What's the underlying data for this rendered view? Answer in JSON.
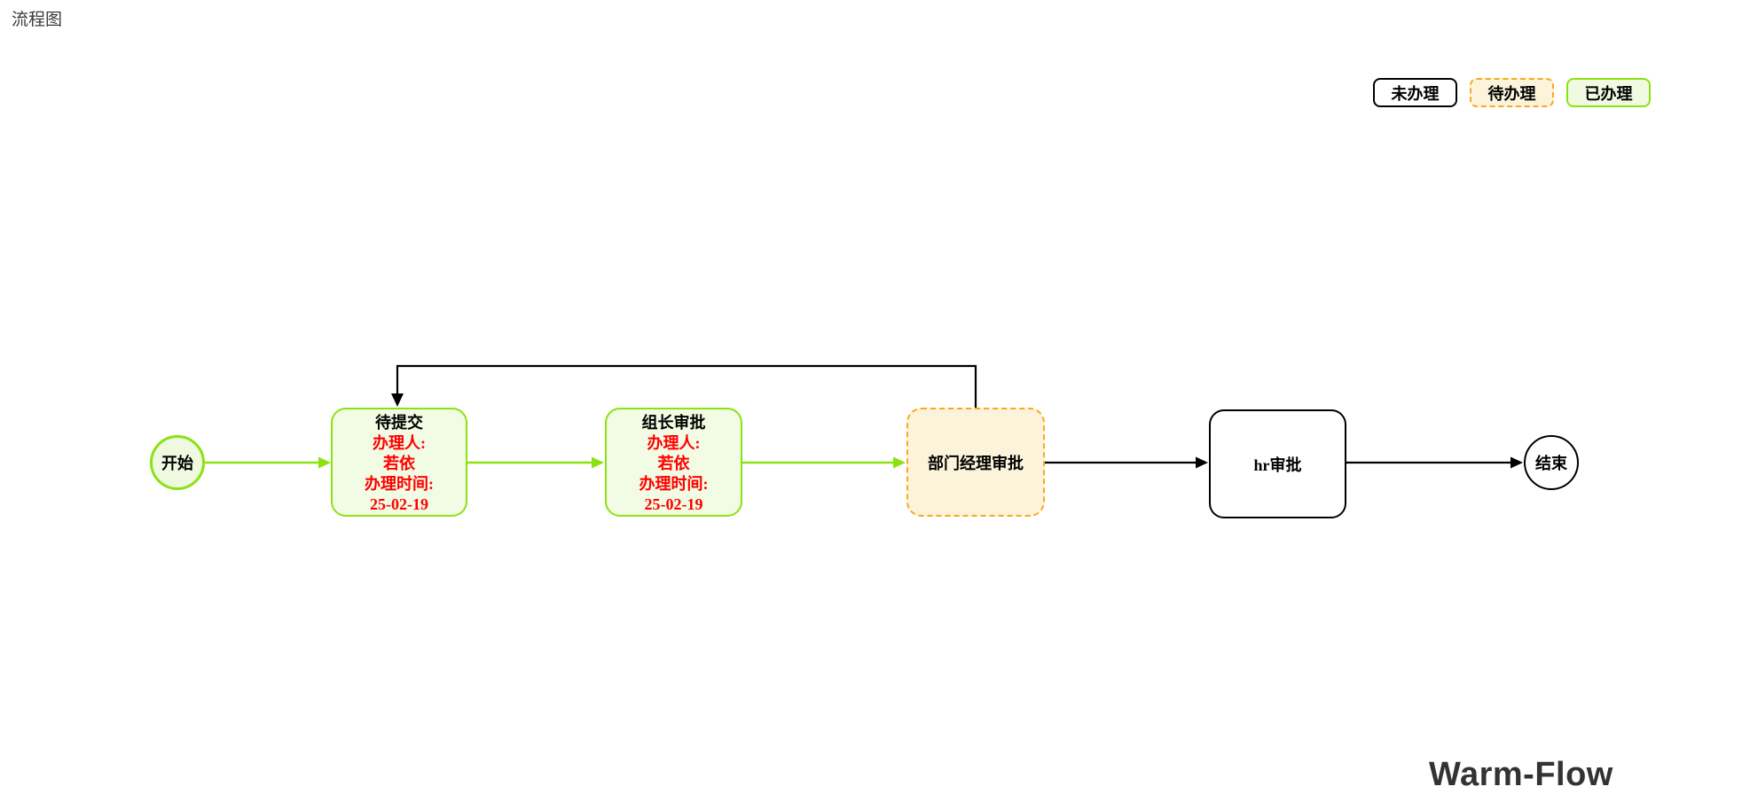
{
  "page": {
    "title": "流程图",
    "brand": "Warm-Flow"
  },
  "legend": {
    "items": [
      {
        "label": "未办理",
        "state": "not-handled"
      },
      {
        "label": "待办理",
        "state": "pending"
      },
      {
        "label": "已办理",
        "state": "done"
      }
    ]
  },
  "flow": {
    "start": {
      "label": "开始"
    },
    "nodes": [
      {
        "title": "待提交",
        "status": "done",
        "assignee_label": "办理人:",
        "assignee": "若依",
        "time_label": "办理时间:",
        "time": "25-02-19"
      },
      {
        "title": "组长审批",
        "status": "done",
        "assignee_label": "办理人:",
        "assignee": "若依",
        "time_label": "办理时间:",
        "time": "25-02-19"
      },
      {
        "title": "部门经理审批",
        "status": "pending"
      },
      {
        "title": "hr审批",
        "status": "not-handled"
      }
    ],
    "end": {
      "label": "结束"
    }
  },
  "colors": {
    "done_border": "#8ce211",
    "done_fill": "#f2fbe3",
    "pending_border": "#ffa51f",
    "pending_fill": "#fcf4da",
    "not_handled_border": "#000000",
    "not_handled_fill": "#ffffff",
    "handler_text": "#ff0000",
    "edge_done": "#8ce211",
    "edge_default": "#000000"
  }
}
